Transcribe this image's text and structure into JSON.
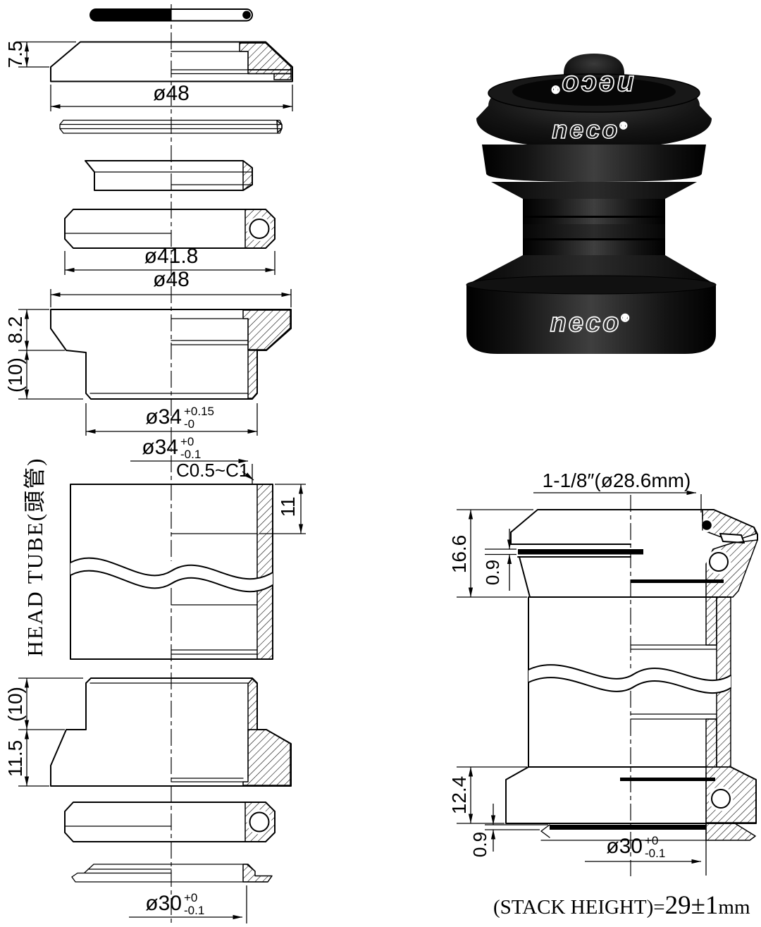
{
  "page": {
    "background": "#ffffff",
    "line_color": "#000000"
  },
  "exploded_view": {
    "dim_cover_height": "7.5",
    "dim_cover_od": "ø48",
    "dim_bearing_od": "ø41.8",
    "dim_cup_od": "ø48",
    "dim_cup_flange_height": "8.2",
    "dim_cup_insert_ref": "(10)",
    "dim_cup_press_fit": {
      "main": "ø34",
      "upper": "+0.15",
      "lower": "-0"
    },
    "dim_headtube_bore": {
      "main": "ø34",
      "upper": "+0",
      "lower": "-0.1"
    },
    "note_chamfer": "C0.5~C1",
    "dim_bore_depth": "11",
    "label_head_tube": "HEAD TUBE(頭管)",
    "dim_lower_cup_insert_ref": "(10)",
    "dim_lower_cup_flange_height": "11.5",
    "dim_crown_race_id": {
      "main": "ø30",
      "upper": "+0",
      "lower": "-0.1"
    }
  },
  "assembly_view": {
    "dim_steerer": "1-1/8″(ø28.6mm)",
    "dim_upper_stack": "16.6",
    "dim_upper_seal": "0.9",
    "dim_lower_stack": "12.4",
    "dim_lower_seal": "0.9",
    "dim_crown_race_id": {
      "main": "ø30",
      "upper": "+0",
      "lower": "-0.1"
    },
    "stack_height": {
      "label": "(STACK HEIGHT)=",
      "value": "29±1",
      "unit": "mm"
    }
  },
  "product_photo": {
    "brand": "neco",
    "registered": "®"
  }
}
